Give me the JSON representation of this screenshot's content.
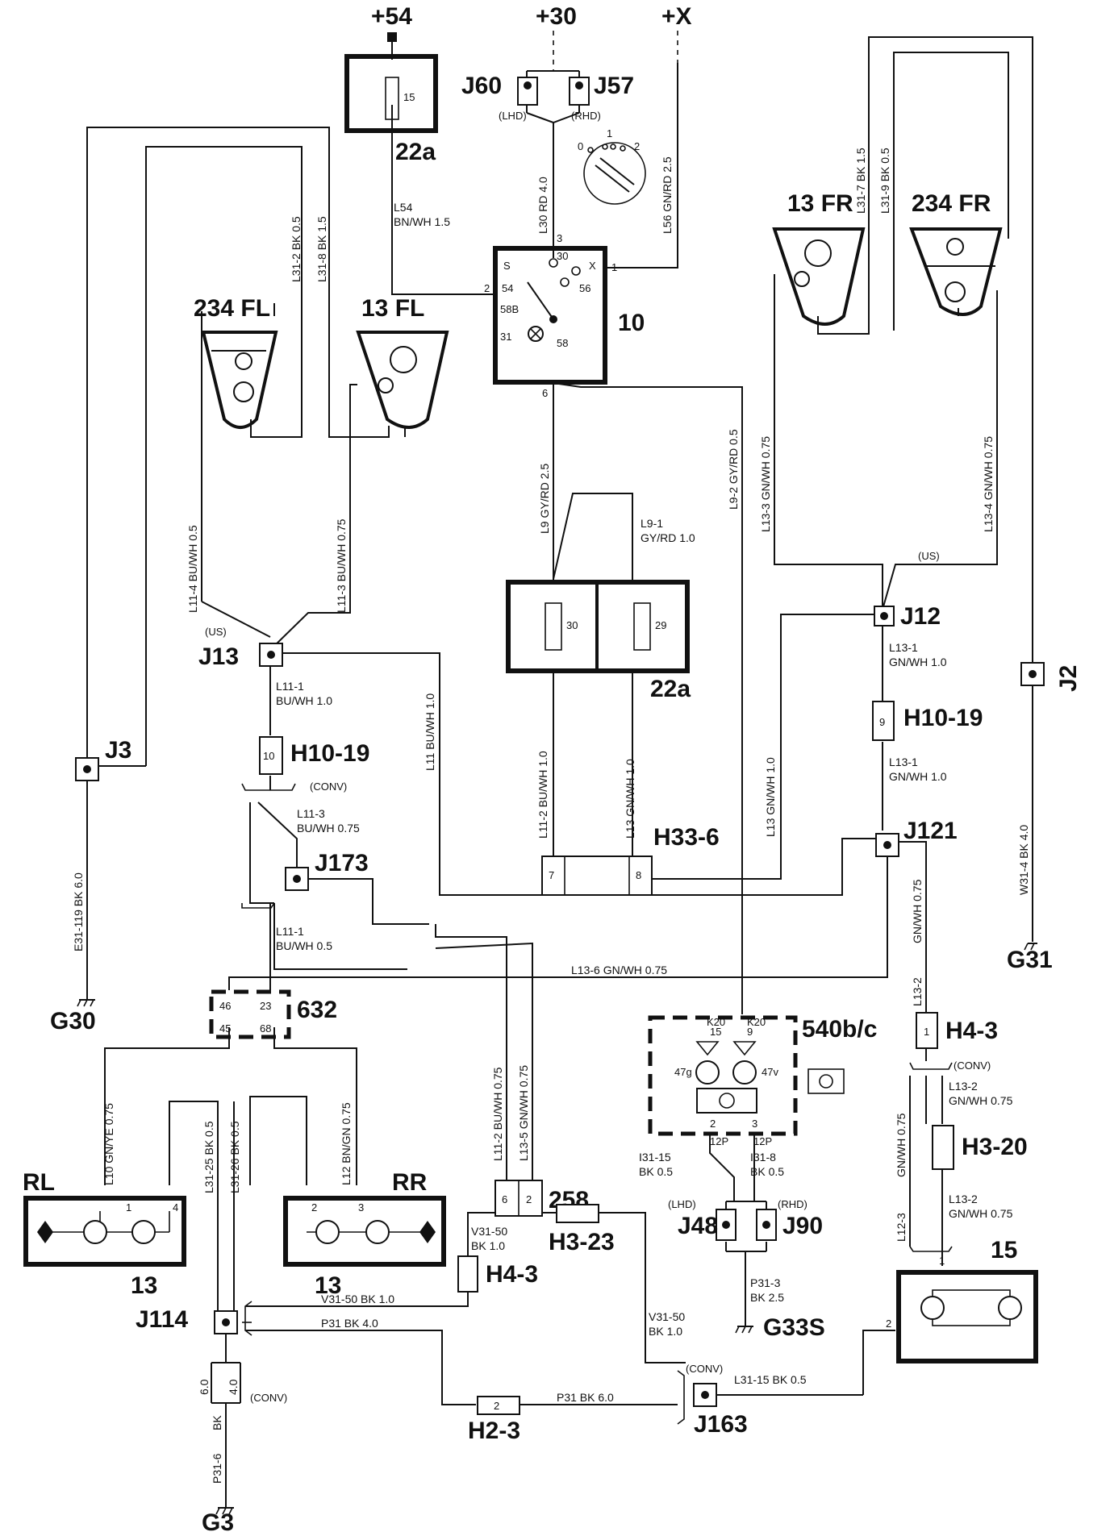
{
  "title_labels": {
    "plus54": "+54",
    "plus30": "+30",
    "plusX": "+X",
    "j60": "J60",
    "j57": "J57",
    "lhd_top": "(LHD)",
    "rhd_top": "(RHD)",
    "fuse15": "15",
    "box22a_top": "22a",
    "sw10": "10",
    "lamp234fl": "234 FL",
    "lamp13fl": "13 FL",
    "lamp13fr": "13 FR",
    "lamp234fr": "234 FR",
    "j13": "J13",
    "us_left": "(US)",
    "us_right": "(US)",
    "j12": "J12",
    "j2": "J2",
    "j3": "J3",
    "h1019_left": "H10-19",
    "h1019_right": "H10-19",
    "pin10": "10",
    "pin9": "9",
    "conv1": "(CONV)",
    "conv2": "(CONV)",
    "conv3": "(CONV)",
    "conv4": "(CONV)",
    "j173": "J173",
    "j121": "J121",
    "h336": "H33-6",
    "pin7": "7",
    "pin8": "8",
    "fuse30": "30",
    "fuse29": "29",
    "box22a_mid": "22a",
    "g30": "G30",
    "g31": "G31",
    "conn632": "632",
    "p46": "46",
    "p23": "23",
    "p45": "45",
    "p68": "68",
    "rl": "RL",
    "rr": "RR",
    "lamp13_left": "13",
    "lamp13_right": "13",
    "conn258": "258",
    "p6": "6",
    "p2": "2",
    "h323": "H3-23",
    "h43_left": "H4-3",
    "h43_right": "H4-3",
    "p4": "4",
    "p1a": "1",
    "p1b": "1",
    "h320": "H3-20",
    "j48": "J48",
    "j90": "J90",
    "lhd_bot": "(LHD)",
    "rhd_bot": "(RHD)",
    "g33s": "G33S",
    "box540": "540b/c",
    "k20a": "K20",
    "k20b": "K20",
    "p15": "15",
    "p9": "9",
    "l47g": "47g",
    "l47v": "47v",
    "p2b": "2",
    "p3b": "3",
    "p12pa": "12P",
    "p12pb": "12P",
    "lamp15": "15",
    "j114": "J114",
    "j163": "J163",
    "h23": "H2-3",
    "p2c": "2",
    "g3": "G3",
    "sw_s": "S",
    "sw_30": "30",
    "sw_x": "X",
    "sw_54": "54",
    "sw_56": "56",
    "sw_58b": "58B",
    "sw_31": "31",
    "sw_58": "58",
    "sw_p3": "3",
    "sw_p1": "1",
    "sw_p2": "2",
    "sw_p6": "6",
    "knob_1": "1",
    "knob_0": "0",
    "knob_2": "2"
  },
  "wire_labels": {
    "l54a": "L54",
    "l54b": "BN/WH 1.5",
    "l30": "L30   RD 4.0",
    "l56": "L56   GN/RD 2.5",
    "l31_2": "L31-2   BK 0.5",
    "l31_8": "L31-8   BK 1.5",
    "l31_7": "L31-7   BK 1.5",
    "l31_9": "L31-9   BK 0.5",
    "l9": "L9   GY/RD 2.5",
    "l9_1a": "L9-1",
    "l9_1b": "GY/RD 1.0",
    "l9_2": "L9-2   GY/RD 0.5",
    "l11_4": "L11-4   BU/WH 0.5",
    "l11_3": "L11-3   BU/WH 0.75",
    "l13_3": "L13-3   GN/WH 0.75",
    "l13_4": "L13-4   GN/WH 0.75",
    "l11_1a": "L11-1",
    "l11_1b": "BU/WH 1.0",
    "l13_1a": "L13-1",
    "l13_1b": "GN/WH 1.0",
    "l13_1c": "L13-1",
    "l13_1d": "GN/WH 1.0",
    "l11": "L11   BU/WH 1.0",
    "l13_gn": "L13   GN/WH 1.0",
    "l11_2": "L11-2   BU/WH 1.0",
    "l13_v": "L13   GN/WH 1.0",
    "w31_4": "W31-4   BK 4.0",
    "e31_119": "E31-119   BK 6.0",
    "l11_3b_a": "L11-3",
    "l11_3b_b": "BU/WH 0.75",
    "l11_1c_a": "L11-1",
    "l11_1c_b": "BU/WH 0.5",
    "l13_6": "L13-6      GN/WH 0.75",
    "gnwh075_right": "GN/WH 0.75",
    "l13_2v": "L13-2",
    "l13_2a": "L13-2",
    "l13_2b": "GN/WH 0.75",
    "l13_2c": "L13-2",
    "l13_2d": "GN/WH 0.75",
    "gnwh075_v2": "GN/WH 0.75",
    "l12_3": "L12-3",
    "l10": "L10   GN/YE 0.75",
    "l12": "L12   BN/GN 0.75",
    "l31_25": "L31-25   BK 0.5",
    "l31_26": "L31-26   BK 0.5",
    "l11_2b": "L11-2   BU/WH 0.75",
    "l13_5": "L13-5   GN/WH 0.75",
    "v31_50a": "V31-50",
    "v31_50b": "BK 1.0",
    "v31_50c": "V31-50     BK 1.0",
    "v31_50d": "V31-50",
    "v31_50e": "BK 1.0",
    "p31a": "P31     BK 4.0",
    "p31b": "P31     BK 6.0",
    "l31_15": "L31-15        BK 0.5",
    "i31_15a": "I31-15",
    "i31_15b": "BK 0.5",
    "i31_8a": "I31-8",
    "i31_8b": "BK 0.5",
    "p31_3a": "P31-3",
    "p31_3b": "BK 2.5",
    "bk60": "6.0",
    "bk40": "4.0",
    "bk_v": "BK",
    "p31_6": "P31-6"
  }
}
